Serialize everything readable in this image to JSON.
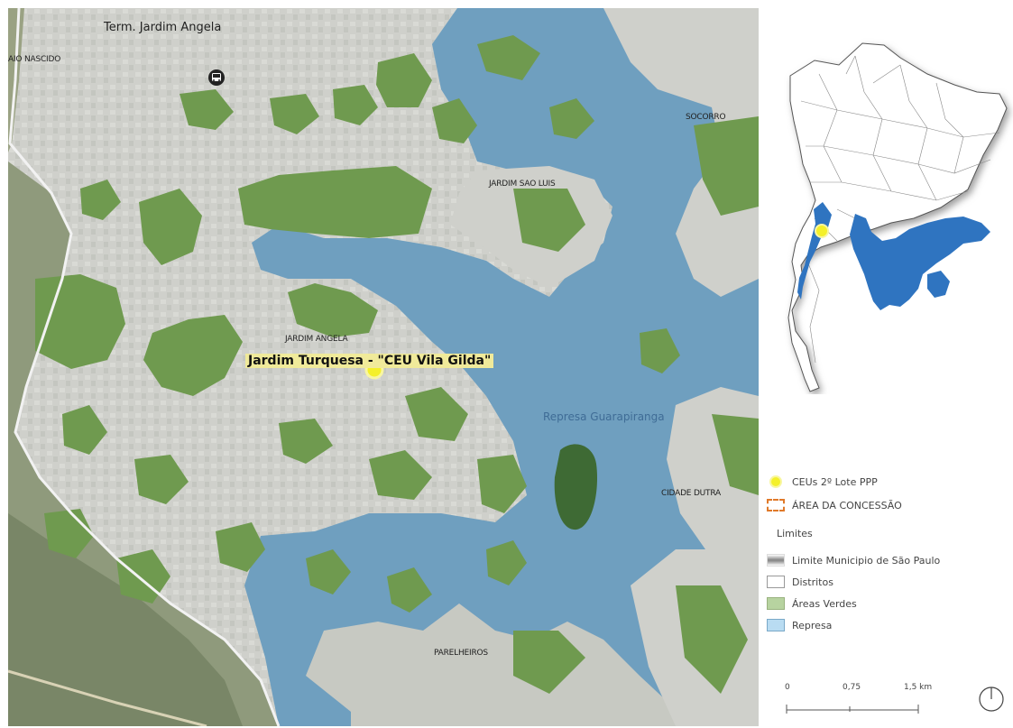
{
  "map": {
    "labels": {
      "bairro_nascido": "AIO NASCIDO",
      "term_jardim_angela": "Term. Jardim Angela",
      "socorro": "SOCORRO",
      "jardim_sao_luis": "JARDIM SAO LUIS",
      "jardim_angela": "JARDIM ANGELA",
      "highlight": "Jardim Turquesa - \"CEU Vila Gilda\"",
      "represa": "Represa Guarapiranga",
      "cidade_dutra": "CIDADE DUTRA",
      "parelheiros": "PARELHEIROS"
    },
    "icons": {
      "bus": "bus-icon",
      "ceu_point": "yellow-circle-marker"
    },
    "colors": {
      "water": "#6f9fbf",
      "green": "#6f9a4f",
      "urban": "#cfd0cb",
      "ceu": "#f4f02a"
    }
  },
  "legend": {
    "items": [
      {
        "label": "CEUs 2º Lote PPP",
        "symbol": "yellow-circle"
      },
      {
        "label": "ÁREA DA CONCESSÃO",
        "symbol": "orange-dashed-box"
      }
    ],
    "limits_title": "Limites",
    "limit_items": [
      {
        "label": "Limite Municipio de São Paulo",
        "symbol": "grey-band"
      },
      {
        "label": "Distritos",
        "symbol": "white-box"
      },
      {
        "label": "Áreas Verdes",
        "symbol": "green-box"
      },
      {
        "label": "Represa",
        "symbol": "blue-box"
      }
    ]
  },
  "scale": {
    "ticks": [
      "0",
      "0,75",
      "1,5 km"
    ]
  },
  "north_arrow": "north-arrow-icon"
}
